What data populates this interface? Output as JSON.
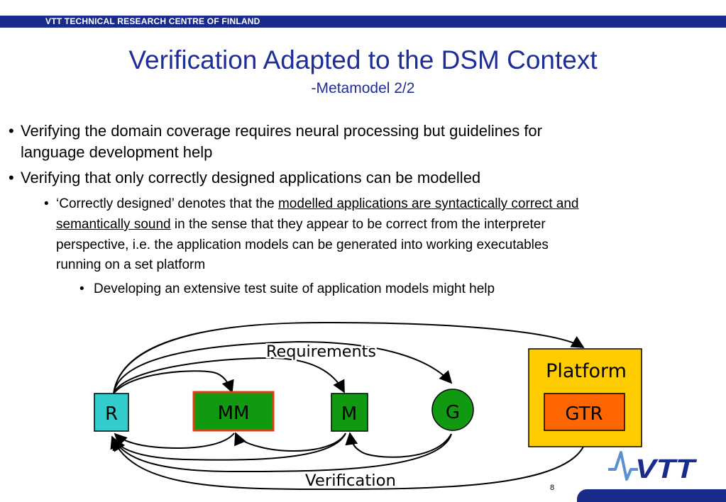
{
  "header": {
    "org_name": "VTT TECHNICAL RESEARCH CENTRE OF FINLAND"
  },
  "slide": {
    "title": "Verification Adapted to the DSM Context",
    "subtitle": "-Metamodel 2/2",
    "page_number": "8"
  },
  "bullets": {
    "b1_line1": "Verifying the domain coverage requires neural processing but guidelines for",
    "b1_line2": "language development help",
    "b2": "Verifying that only correctly designed applications can be modelled",
    "b3_pre": "‘Correctly designed’ denotes that the ",
    "b3_u1": "modelled applications are syntactically correct and",
    "b3_u2": "semantically sound",
    "b3_post": " in the sense that they appear to be correct from the interpreter",
    "b3_line3": "perspective, i.e. the application models can be generated into working executables",
    "b3_line4": "running on a set platform",
    "b4": "Developing an extensive test suite of application models might help"
  },
  "diagram": {
    "requirements_label": "Requirements",
    "verification_label": "Verification",
    "nodes": {
      "r": "R",
      "mm": "MM",
      "m": "M",
      "g": "G",
      "platform": "Platform",
      "gtr": "GTR"
    },
    "colors": {
      "r_fill": "#33cccc",
      "mm_fill": "#119911",
      "mm_border": "#e04010",
      "m_fill": "#119911",
      "g_fill": "#119911",
      "platform_fill": "#ffcc00",
      "gtr_fill": "#ff6600"
    }
  },
  "logo": {
    "text": "VTT",
    "icon": "vtt-logo-icon"
  },
  "colors": {
    "brand_blue": "#1a2b8c",
    "title_blue": "#1f2d96"
  }
}
